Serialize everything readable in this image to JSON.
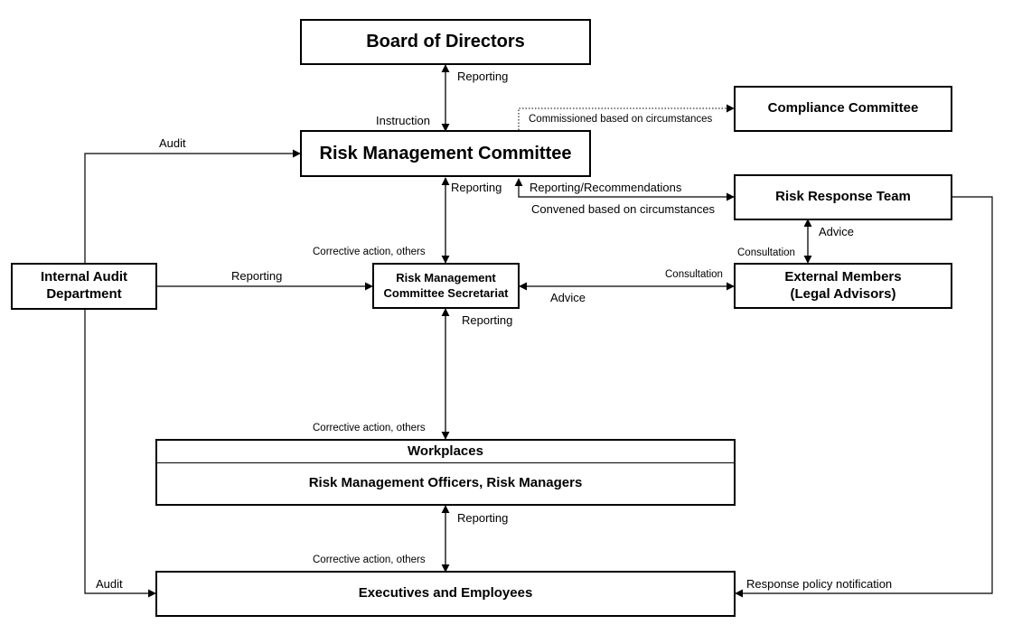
{
  "nodes": {
    "board": "Board of Directors",
    "compliance": "Compliance Committee",
    "rmc": "Risk Management Committee",
    "response_team": "Risk Response Team",
    "internal_audit_l1": "Internal Audit",
    "internal_audit_l2": "Department",
    "secretariat_l1": "Risk Management",
    "secretariat_l2": "Committee Secretariat",
    "external_l1": "External Members",
    "external_l2": "(Legal Advisors)",
    "workplaces_header": "Workplaces",
    "workplaces_body": "Risk Management Officers, Risk Managers",
    "executives": "Executives and Employees"
  },
  "labels": {
    "board_reporting": "Reporting",
    "board_instruction": "Instruction",
    "commissioned": "Commissioned based on circumstances",
    "audit_top": "Audit",
    "rmc_reporting": "Reporting",
    "reporting_recommendations": "Reporting/Recommendations",
    "convened": "Convened based on circumstances",
    "advice_right": "Advice",
    "consultation_upper": "Consultation",
    "corrective_upper": "Corrective action, others",
    "audit_reporting": "Reporting",
    "consultation_mid": "Consultation",
    "advice_mid": "Advice",
    "secretariat_reporting": "Reporting",
    "corrective_mid": "Corrective action, others",
    "workplaces_reporting": "Reporting",
    "corrective_lower": "Corrective action, others",
    "audit_bottom": "Audit",
    "response_policy": "Response policy notification"
  }
}
